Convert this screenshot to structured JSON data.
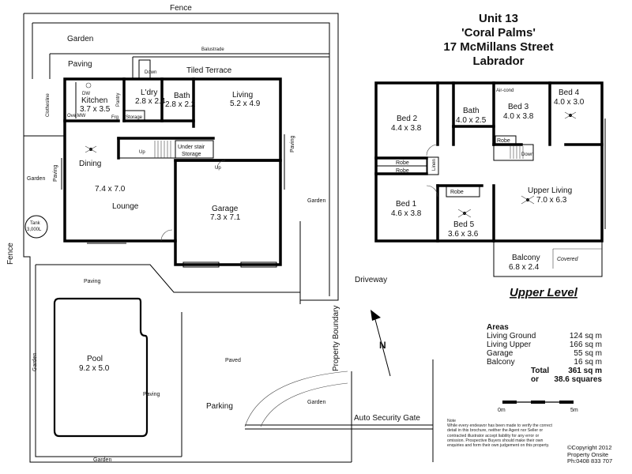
{
  "title": {
    "line1": "Unit 13",
    "line2": "'Coral Palms'",
    "line3": "17 McMillans Street",
    "line4": "Labrador"
  },
  "ground": {
    "fence_top": "Fence",
    "fence_left": "Fence",
    "garden_top": "Garden",
    "paving_top": "Paving",
    "balustrade": "Balustrade",
    "tiled_terrace": "Tiled Terrace",
    "down": "Down",
    "clothesline": "Clothesline",
    "dw": "DW",
    "ove_mw": "Ove MW",
    "pantry": "Pantry",
    "frg": "Frg",
    "storage": "Storage",
    "kitchen": "Kitchen",
    "kitchen_dim": "3.7 x 3.5",
    "laundry": "L'dry",
    "laundry_dim": "2.8 x 2.4",
    "bath": "Bath",
    "bath_dim": "2.8 x 2.2",
    "living": "Living",
    "living_dim": "5.2 x 4.9",
    "dining": "Dining",
    "up": "Up",
    "under_stair": "Under stair",
    "under_stair2": "Storage",
    "paving_left": "Paving",
    "garden_left": "Garden",
    "lounge_dim": "7.4 x 7.0",
    "lounge": "Lounge",
    "garage": "Garage",
    "garage_dim": "7.3 x 7.1",
    "paving_right": "Paving",
    "garden_right": "Garden",
    "tank": "Tank",
    "tank_size": "3,000L",
    "paving_mid": "Paving",
    "driveway": "Driveway",
    "pool": "Pool",
    "pool_dim": "9.2 x 5.0",
    "garden_pool": "Garden",
    "paved": "Paved",
    "paving_pool": "Paving",
    "parking": "Parking",
    "property_boundary": "Property Boundary",
    "garden_gate": "Garden",
    "auto_gate": "Auto Security Gate",
    "garden_bottom": "Garden",
    "north": "N"
  },
  "upper": {
    "aircond": "Air-cond",
    "bed2": "Bed 2",
    "bed2_dim": "4.4 x 3.8",
    "bath": "Bath",
    "bath_dim": "4.0 x 2.5",
    "bed3": "Bed 3",
    "bed3_dim": "4.0 x 3.8",
    "bed4": "Bed 4",
    "bed4_dim": "4.0 x 3.0",
    "robe1": "Robe",
    "robe2": "Robe",
    "robe3": "Robe",
    "robe4": "Robe",
    "linen": "Linen",
    "down": "Down",
    "bed1": "Bed 1",
    "bed1_dim": "4.6 x 3.8",
    "bed5": "Bed 5",
    "bed5_dim": "3.6 x 3.6",
    "upper_living": "Upper Living",
    "upper_living_dim": "7.0 x 6.3",
    "balcony": "Balcony",
    "balcony_dim": "6.8 x 2.4",
    "covered": "Covered",
    "heading": "Upper Level"
  },
  "areas": {
    "heading": "Areas",
    "rows": [
      {
        "label": "Living Ground",
        "value": "124 sq m"
      },
      {
        "label": "Living Upper",
        "value": "166 sq m"
      },
      {
        "label": "Garage",
        "value": "55 sq m"
      },
      {
        "label": "Balcony",
        "value": "16 sq m"
      }
    ],
    "total_label": "Total",
    "total_value": "361 sq m",
    "or_label": "or",
    "squares_value": "38.6 squares"
  },
  "scale": {
    "left": "0m",
    "right": "5m"
  },
  "note": {
    "heading": "Note",
    "text": "While every endeavor has been made to verify the correct detail in this brochure, neither the Agent nor Seller or contracted illustrator accept liability for any error or omission. Prospective Buyers should make their own enquiries and form their own judgement on this property."
  },
  "copyright": {
    "line1": "©Copyright 2012",
    "line2": "Property Onsite",
    "line3": "Ph:0408 833 707"
  }
}
